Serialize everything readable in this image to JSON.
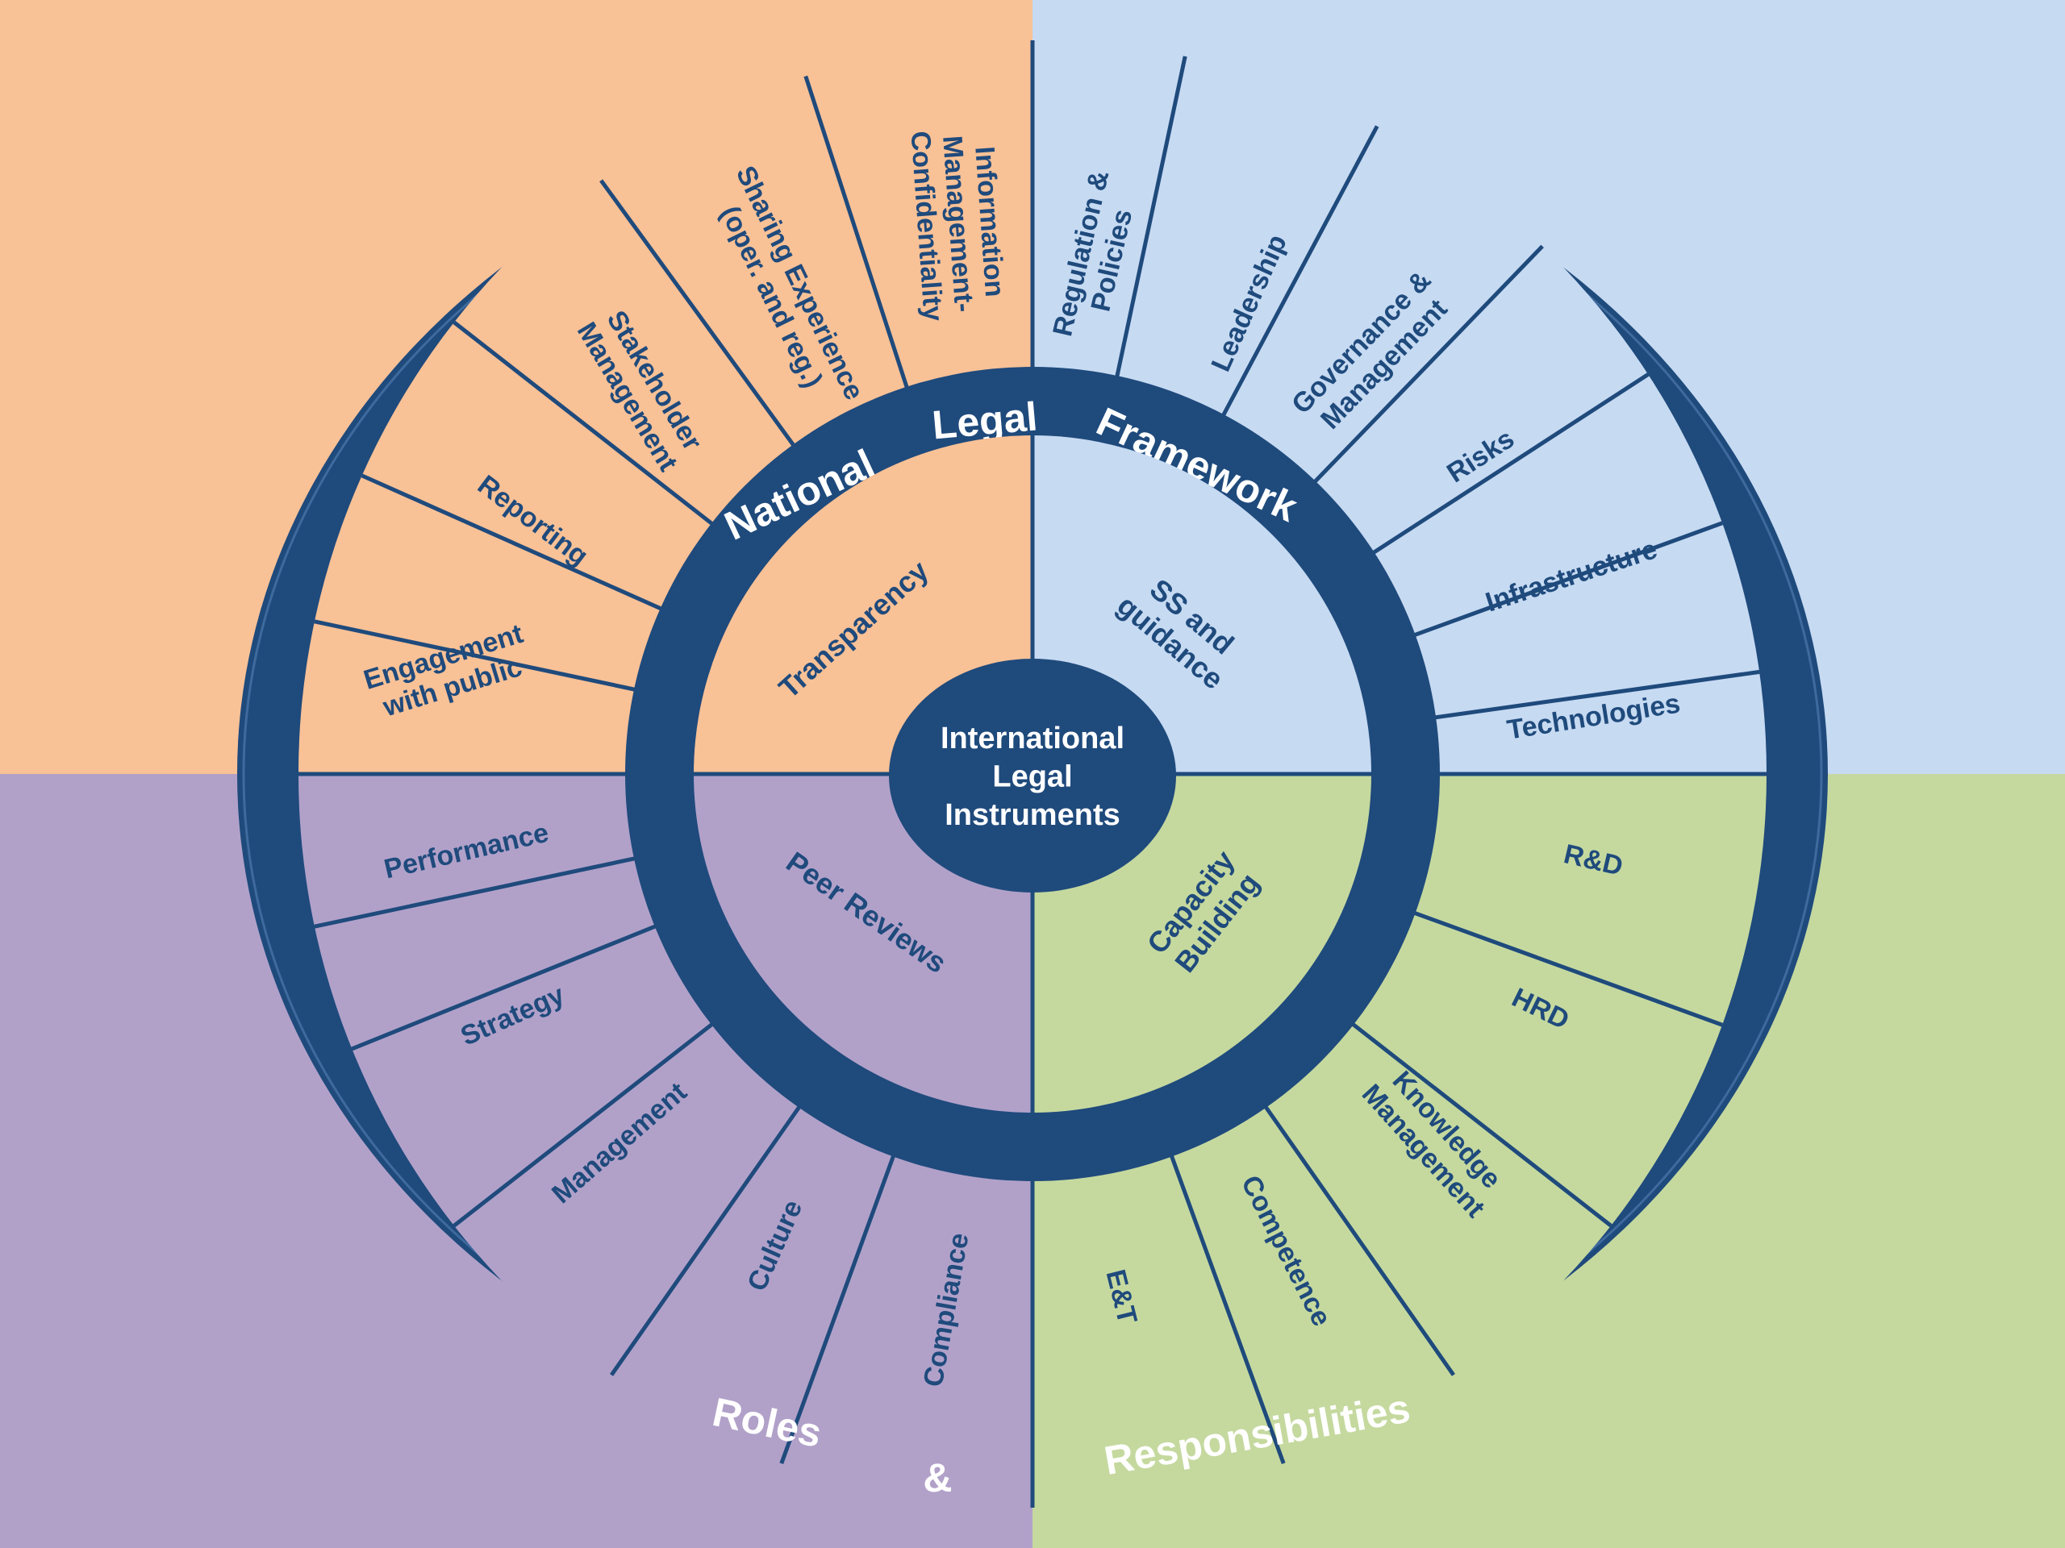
{
  "colors": {
    "orange": "#f8c196",
    "blue": "#c6daf2",
    "purple": "#b1a1c9",
    "green": "#c5d99f",
    "navy": "#1f4a7c",
    "label": "#1f4a7c",
    "ring_text": "#ffffff"
  },
  "center": {
    "lines": [
      "International",
      "Legal",
      "Instruments"
    ]
  },
  "inner_quadrants": [
    {
      "id": "transparency",
      "color": "orange",
      "lines": [
        "Transparency"
      ]
    },
    {
      "id": "ss-guidance",
      "color": "blue",
      "lines": [
        "SS and",
        "guidance"
      ]
    },
    {
      "id": "capacity-building",
      "color": "green",
      "lines": [
        "Capacity",
        "Building"
      ]
    },
    {
      "id": "peer-reviews",
      "color": "purple",
      "lines": [
        "Peer Reviews"
      ]
    }
  ],
  "ring_labels": {
    "top": [
      "National",
      "Legal",
      "Framework"
    ],
    "bottom": [
      "Roles",
      "&",
      "Responsibilities"
    ]
  },
  "outer_segments": {
    "orange": [
      {
        "lines": [
          "Engagement",
          "with public"
        ]
      },
      {
        "lines": [
          "Reporting"
        ]
      },
      {
        "lines": [
          "Stakeholder",
          "Management"
        ]
      },
      {
        "lines": [
          "Sharing Experience",
          "(oper. and reg.)"
        ]
      },
      {
        "lines": [
          "Information",
          "Management-",
          "Confidentiality"
        ]
      }
    ],
    "blue": [
      {
        "lines": [
          "Regulation &",
          "Policies"
        ]
      },
      {
        "lines": [
          "Leadership"
        ]
      },
      {
        "lines": [
          "Governance &",
          "Management"
        ]
      },
      {
        "lines": [
          "Risks"
        ]
      },
      {
        "lines": [
          "Infrastructure"
        ]
      },
      {
        "lines": [
          "Technologies"
        ]
      }
    ],
    "green": [
      {
        "lines": [
          "R&D"
        ]
      },
      {
        "lines": [
          "HRD"
        ]
      },
      {
        "lines": [
          "Knowledge",
          "Management"
        ]
      },
      {
        "lines": [
          "Competence"
        ]
      },
      {
        "lines": [
          "E&T"
        ]
      }
    ],
    "purple": [
      {
        "lines": [
          "Compliance"
        ]
      },
      {
        "lines": [
          "Culture"
        ]
      },
      {
        "lines": [
          "Management"
        ]
      },
      {
        "lines": [
          "Strategy"
        ]
      },
      {
        "lines": [
          "Performance"
        ]
      }
    ]
  }
}
